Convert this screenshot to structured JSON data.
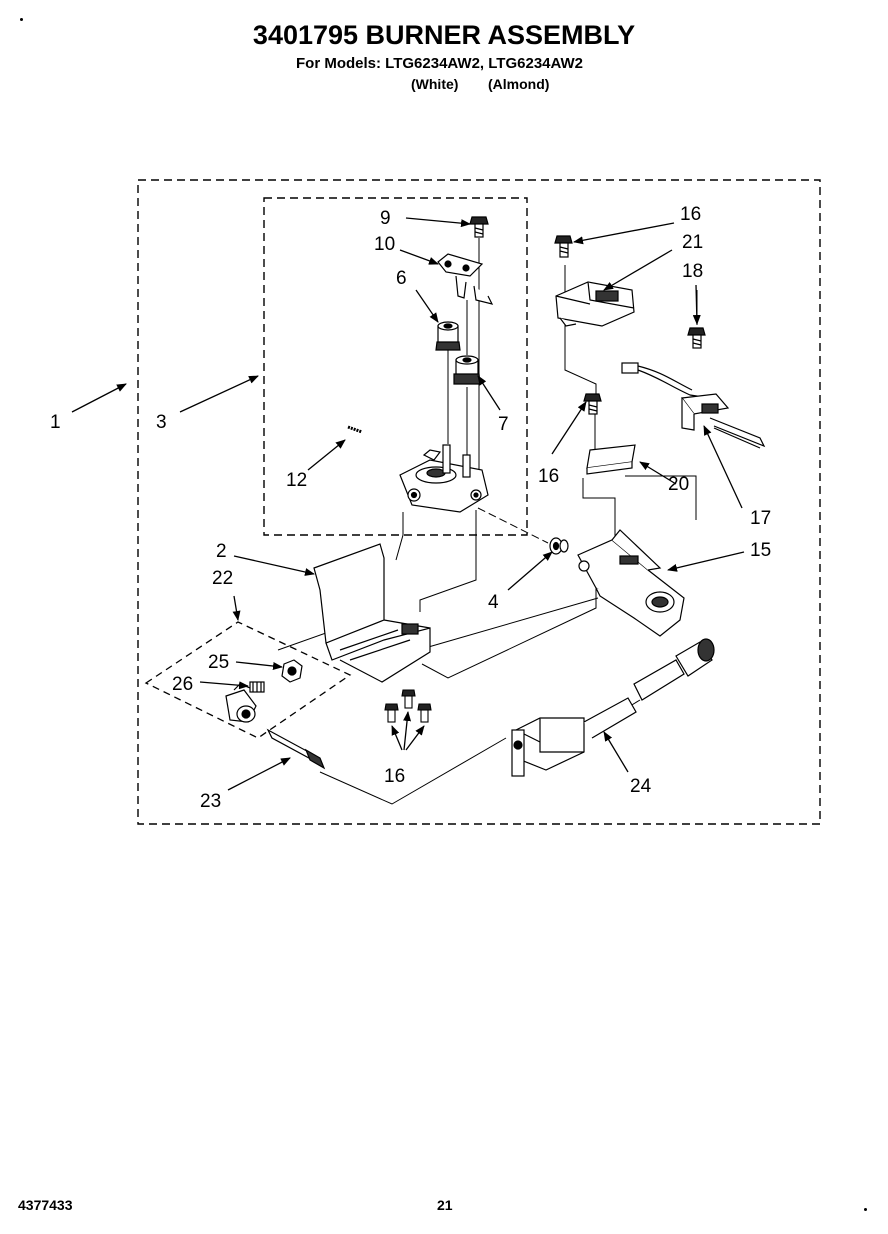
{
  "header": {
    "title": "3401795 BURNER ASSEMBLY",
    "models": "For Models: LTG6234AW2, LTG6234AW2",
    "variant_white": "(White)",
    "variant_almond": "(Almond)"
  },
  "callouts": {
    "c1": "1",
    "c2": "2",
    "c3": "3",
    "c4": "4",
    "c6": "6",
    "c7": "7",
    "c9": "9",
    "c10": "10",
    "c12": "12",
    "c15": "15",
    "c16a": "16",
    "c16b": "16",
    "c16c": "16",
    "c17": "17",
    "c18": "18",
    "c20": "20",
    "c21": "21",
    "c22": "22",
    "c23": "23",
    "c24": "24",
    "c25": "25",
    "c26": "26"
  },
  "footer": {
    "doc_number": "4377433",
    "page_number": "21"
  }
}
